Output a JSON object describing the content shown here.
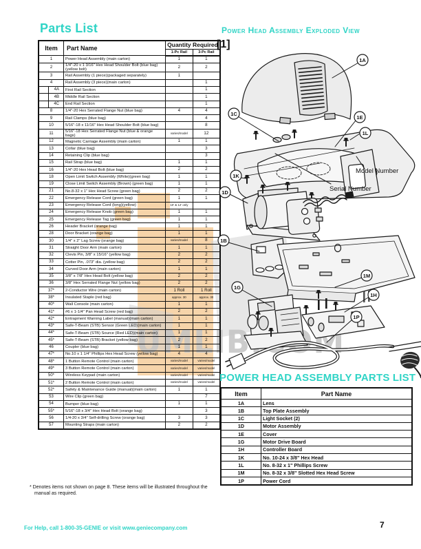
{
  "page": {
    "footer_help": "For Help, call 1-800-35-GENIE or visit www.geniecompany.com",
    "page_number": "7"
  },
  "colors": {
    "accent_teal": "#2fd4c6",
    "watermark_orange": "#eeaa55",
    "watermark_gray": "#cfcfcf"
  },
  "watermark": {
    "text": "UMLIB.COM"
  },
  "parts_list": {
    "title": "Parts List",
    "headers": {
      "item": "Item",
      "part_name": "Part Name",
      "quantity": "Quantity Required",
      "rail1": "1-Pc Rail",
      "rail2": "3-Pc Rail"
    },
    "footnote": "* Denotes items not shown on page 8. These items will be illustrated throughout the manual as required.",
    "rows": [
      [
        "1",
        "Power Head Assembly (main carton)",
        "1",
        "1"
      ],
      [
        "2",
        "1/4\"-20 x 1 3/16\" Hex Head Shoulder Bolt (blue bag) (yellow bolt)",
        "2",
        "2"
      ],
      [
        "3",
        "Rail Assembly (1 piece)(packaged separately)",
        "1",
        ""
      ],
      [
        "4",
        "Rail Assembly (3 piece)(main carton)",
        "",
        "1"
      ],
      [
        "4A",
        "First Rail Section",
        "",
        "1"
      ],
      [
        "4B",
        "Middle Rail Section",
        "",
        "1"
      ],
      [
        "4C",
        "End Rail Section",
        "",
        "1"
      ],
      [
        "8",
        "1/4\"-20 Hex Serrated Flange Nut (blue bag)",
        "4",
        "4"
      ],
      [
        "9",
        "Rail Clamps (blue bag)",
        "",
        "4"
      ],
      [
        "10",
        "5/16\"-18 x 11/16\" Hex Head Shoulder Bolt (blue bag)",
        "",
        "8"
      ],
      [
        "11",
        "5/16\"-18 Hex Serrated Flange Nut (blue & orange bags)",
        "varies/model",
        "12"
      ],
      [
        "12",
        "Magnetic Carriage Assembly (main carton)",
        "1",
        "1"
      ],
      [
        "13",
        "Collar (blue bag)",
        "",
        "3"
      ],
      [
        "14",
        "Retaining Clip (blue bag)",
        "",
        "3"
      ],
      [
        "15",
        "Rail Strap (blue bag)",
        "1",
        "1"
      ],
      [
        "16",
        "1/4\"-20 Hex Head Bolt (blue bag)",
        "2",
        "2"
      ],
      [
        "18",
        "Open Limit Switch Assembly (White)(green bag)",
        "1",
        "1"
      ],
      [
        "19",
        "Close Limit Switch Assembly (Brown) (green bag)",
        "1",
        "1"
      ],
      [
        "21",
        "No.8-32 x 1\" Hex Head Screw (green bag)",
        "2",
        "2"
      ],
      [
        "22",
        "Emergency Release Cord (green bag)",
        "1",
        "1"
      ],
      [
        "23",
        "Emergency Release Cord (long)(yellow)",
        "10' & 12' only",
        ""
      ],
      [
        "24",
        "Emergency Release Knob (green bag)",
        "1",
        "1"
      ],
      [
        "25",
        "Emergency Release Tag (green bag)",
        "1",
        "1"
      ],
      [
        "26",
        "Header Bracket (orange bag)",
        "1",
        "1"
      ],
      [
        "28",
        "Door Bracket (orange bag)",
        "1",
        "1"
      ],
      [
        "30",
        "1/4\" x 2\" Lag Screw (orange bag)",
        "varies/model",
        "8"
      ],
      [
        "31",
        "Straight Door Arm (main carton)",
        "1",
        "1"
      ],
      [
        "32",
        "Clevis Pin, 3/8\" x 15/16\" (yellow bag)",
        "2",
        "2"
      ],
      [
        "33",
        "Cotter Pin, .073\" dia. (yellow bag)",
        "2",
        "2"
      ],
      [
        "34",
        "Curved Door Arm (main carton)",
        "1",
        "1"
      ],
      [
        "35",
        "3/8\" x 7/8\" Hex Head Bolt (yellow bag)",
        "2",
        "2"
      ],
      [
        "36",
        "3/8\" Hex Serrated Flange Nut (yellow bag)",
        "2",
        "2"
      ],
      [
        "37*",
        "2-Conductor Wire (main carton)",
        "1 Roll",
        "1 Roll"
      ],
      [
        "38*",
        "Insulated Staple (red bag)",
        "approx. 30",
        "approx. 30"
      ],
      [
        "40*",
        "Wall Console (main carton)",
        "1",
        "1"
      ],
      [
        "41*",
        "#6 x 1-1/4\" Pan Head Screw (red bag)",
        "2",
        "2"
      ],
      [
        "42*",
        "Entrapment Warning Label (manual)(main carton)",
        "1",
        "1"
      ],
      [
        "43*",
        "Safe-T-Beam (STB) Sensor (Green LED)(main carton)",
        "1",
        "1"
      ],
      [
        "44*",
        "Safe-T-Beam (STB) Source (Red LED)(main carton)",
        "1",
        "1"
      ],
      [
        "45*",
        "Safe-T-Beam (STB) Bracket (yellow bag)",
        "2",
        "2"
      ],
      [
        "46",
        "Coupler (blue bag)",
        "1",
        "1"
      ],
      [
        "47*",
        "No.10 x 1 1/4\" Phillips Hex Head Screw (yellow bag)",
        "4",
        "4"
      ],
      [
        "48*",
        "1 Button Remote Control (main carton)",
        "varies/model",
        "varies/model"
      ],
      [
        "49*",
        "3 Button Remote Control (main carton)",
        "varies/model",
        "varies/model"
      ],
      [
        "50*",
        "Wireless Keypad (main carton)",
        "varies/model",
        "varies/model"
      ],
      [
        "51*",
        "2 Button Remote Control (main carton)",
        "varies/model",
        "varies/model"
      ],
      [
        "52*",
        "Safety & Maintenance Guide (manual)(main carton)",
        "1",
        "1"
      ],
      [
        "53",
        "Wire Clip (green bag)",
        "",
        "7"
      ],
      [
        "54",
        "Bumper (blue bag)",
        "1",
        "1"
      ],
      [
        "55*",
        "5/16\"-18 x 3/4\" Hex Head Bolt (orange bag)",
        "",
        "3"
      ],
      [
        "56",
        "1/4-20 x 3/4\" Self-drilling Screw (orange bag)",
        "3",
        "3"
      ],
      [
        "57",
        "Mounting Straps (main carton)",
        "2",
        "2"
      ]
    ]
  },
  "exploded_view": {
    "title": "Power Head Assembly Exploded View",
    "figure_label": "[1]",
    "model_number_label": "Model Number",
    "serial_number_label": "Serial Number",
    "callouts": [
      "1A",
      "1C",
      "1E",
      "1L",
      "1K",
      "1D",
      "1B",
      "1M",
      "1G",
      "1H",
      "1P"
    ]
  },
  "ph_parts_list": {
    "title": "POWER HEAD ASSEMBLY PARTS LIST",
    "headers": {
      "item": "Item",
      "part_name": "Part Name"
    },
    "rows": [
      [
        "1A",
        "Lens"
      ],
      [
        "1B",
        "Top Plate Assembly"
      ],
      [
        "1C",
        "Light Socket (2)"
      ],
      [
        "1D",
        "Motor Assembly"
      ],
      [
        "1E",
        "Cover"
      ],
      [
        "1G",
        "Motor Drive Board"
      ],
      [
        "1H",
        "Controller Board"
      ],
      [
        "1K",
        "No. 10-24 x 3/8\" Hex Head"
      ],
      [
        "1L",
        "No. 8-32 x 1\" Phillips Screw"
      ],
      [
        "1M",
        "No. 8-32 x 3/8\" Slotted Hex Head Screw"
      ],
      [
        "1P",
        "Power Cord"
      ]
    ]
  }
}
